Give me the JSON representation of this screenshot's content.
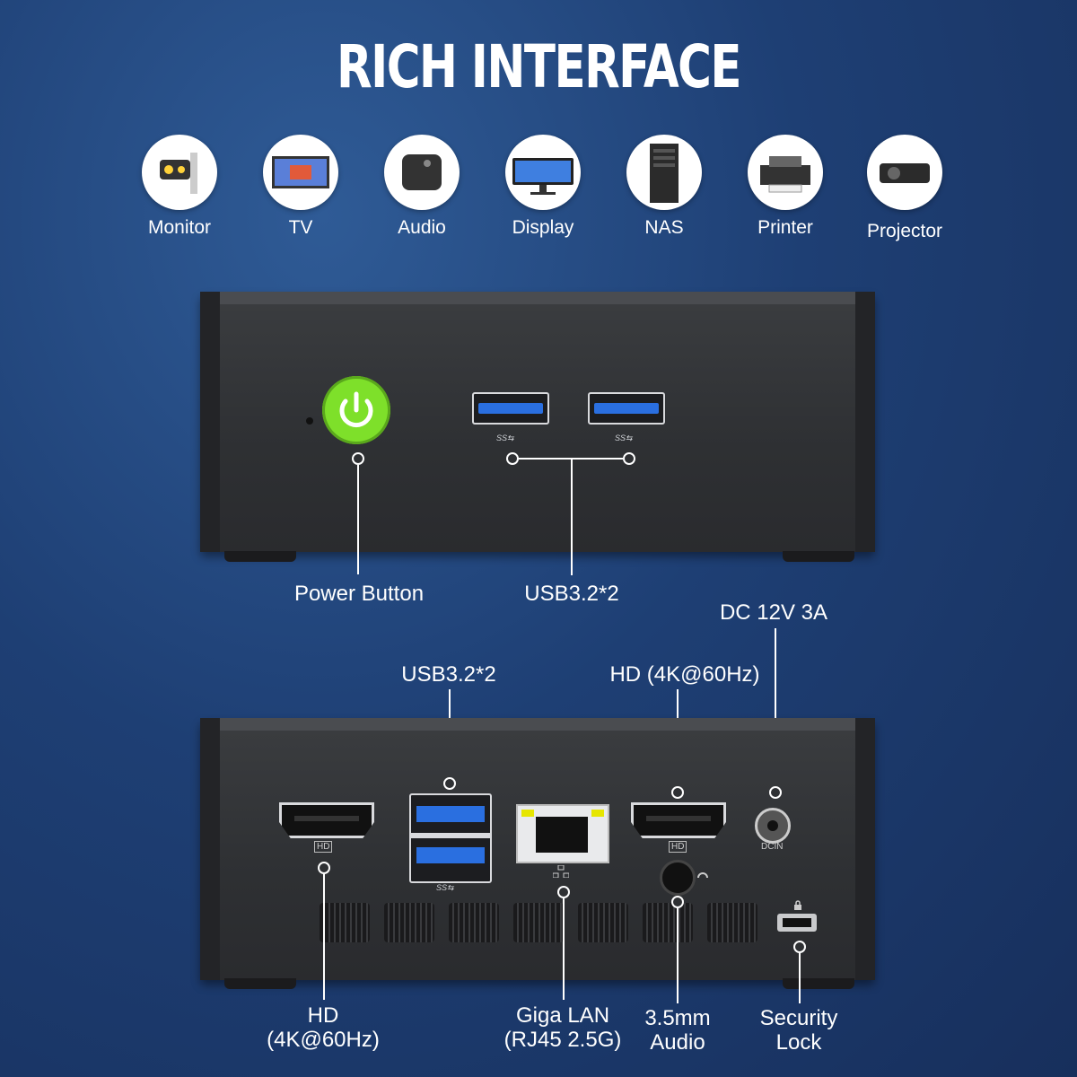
{
  "title": "RICH INTERFACE",
  "devices": [
    {
      "label": "Monitor",
      "icon": "camera-icon"
    },
    {
      "label": "TV",
      "icon": "tv-icon"
    },
    {
      "label": "Audio",
      "icon": "speaker-icon"
    },
    {
      "label": "Display",
      "icon": "display-icon"
    },
    {
      "label": "NAS",
      "icon": "nas-icon"
    },
    {
      "label": "Printer",
      "icon": "printer-icon"
    },
    {
      "label": "Projector",
      "icon": "projector-icon"
    }
  ],
  "front": {
    "power_label": "Power Button",
    "usb_label": "USB3.2*2",
    "ss_mark": "SS⇆"
  },
  "rear": {
    "dc_label": "DC 12V 3A",
    "usb_label": "USB3.2*2",
    "hd_top_label": "HD  (4K@60Hz)",
    "hd_left_label": "HD\n(4K@60Hz)",
    "lan_label": "Giga LAN\n(RJ45 2.5G)",
    "audio_label": "3.5mm\nAudio",
    "lock_label": "Security\nLock",
    "hd_tag": "HD",
    "dcin_tag": "DCIN",
    "ss_mark": "SS⇆"
  },
  "colors": {
    "power": "#7ee02a",
    "usb_blue": "#2a6fe0"
  }
}
